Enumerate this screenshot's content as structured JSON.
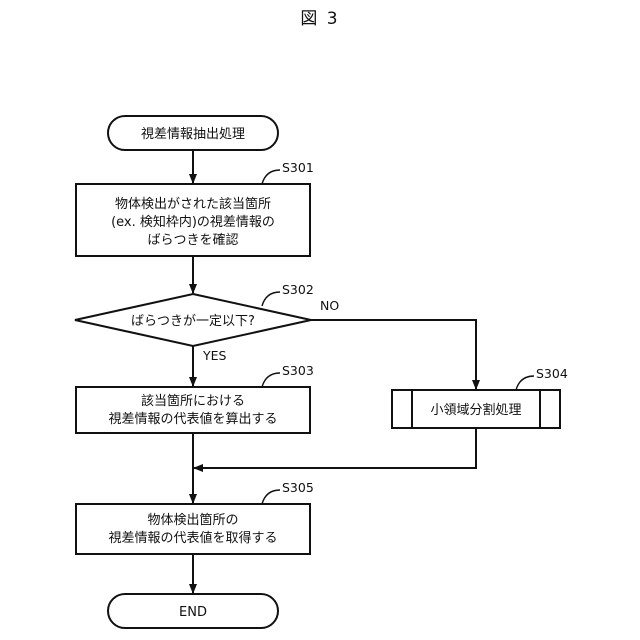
{
  "figure": {
    "title": "図 3"
  },
  "flowchart": {
    "start": "視差情報抽出処理",
    "s301": {
      "step_label": "S301",
      "lines": [
        "物体検出がされた該当箇所",
        "(ex. 検知枠内)の視差情報の",
        "ばらつきを確認"
      ]
    },
    "s302": {
      "step_label": "S302",
      "text": "ばらつきが一定以下?"
    },
    "s303": {
      "step_label": "S303",
      "lines": [
        "該当箇所における",
        "視差情報の代表値を算出する"
      ]
    },
    "s304": {
      "step_label": "S304",
      "text": "小領域分割処理"
    },
    "s305": {
      "step_label": "S305",
      "lines": [
        "物体検出箇所の",
        "視差情報の代表値を取得する"
      ]
    },
    "branch": {
      "yes": "YES",
      "no": "NO"
    },
    "end": "END"
  }
}
